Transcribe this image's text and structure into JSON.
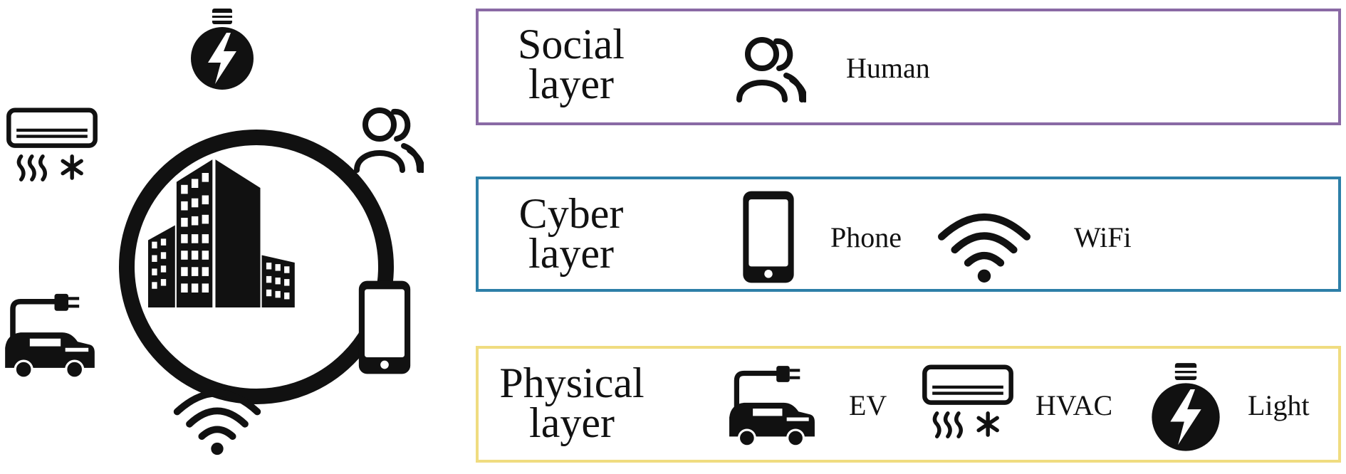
{
  "layers": [
    {
      "id": "social",
      "title": "Social\nlayer",
      "color": "#8a6aa5",
      "items": [
        {
          "icon": "people-icon",
          "label": "Human"
        }
      ]
    },
    {
      "id": "cyber",
      "title": "Cyber\nlayer",
      "color": "#2d7fa8",
      "items": [
        {
          "icon": "phone-icon",
          "label": "Phone"
        },
        {
          "icon": "wifi-icon",
          "label": "WiFi"
        }
      ]
    },
    {
      "id": "physical",
      "title": "Physical\nlayer",
      "color": "#f0dc80",
      "items": [
        {
          "icon": "ev-icon",
          "label": "EV"
        },
        {
          "icon": "hvac-icon",
          "label": "HVAC"
        },
        {
          "icon": "light-icon",
          "label": "Light"
        }
      ]
    }
  ],
  "hub": {
    "center_icon": "building-icon",
    "surrounding_icons": [
      "light-icon",
      "people-icon",
      "phone-icon",
      "wifi-icon",
      "ev-icon",
      "hvac-icon"
    ]
  }
}
